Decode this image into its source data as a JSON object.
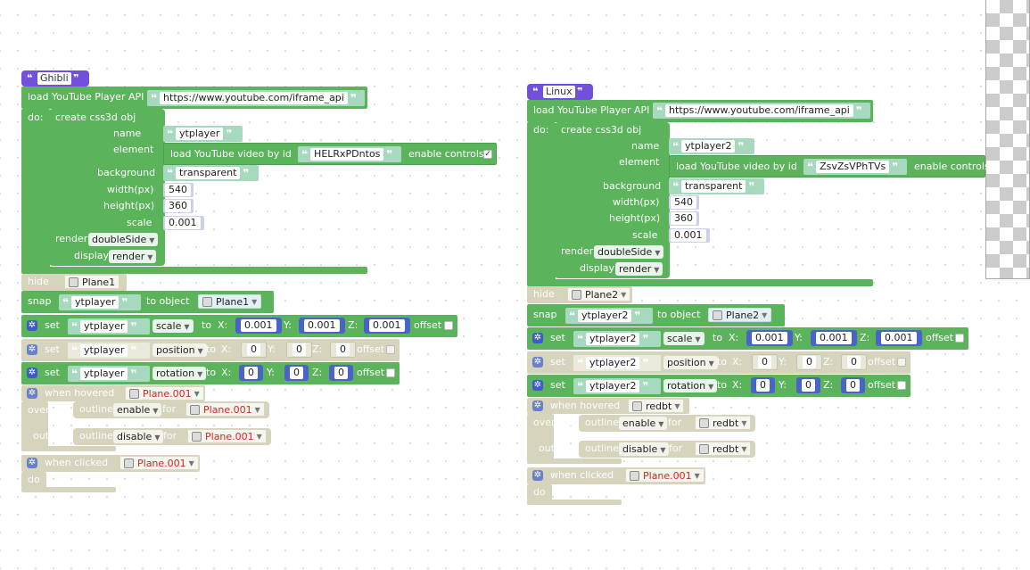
{
  "left": {
    "title": "Ghibli",
    "api_label": "load YouTube Player API",
    "api_url": "https://www.youtube.com/iframe_api",
    "do_label": "do:",
    "create_label": "create css3d obj",
    "name_label": "name",
    "name_value": "ytplayer",
    "element_label": "element",
    "load_video_label": "load YouTube video by  id",
    "video_id": "HELRxPDntos",
    "enable_controls_label": "enable controls",
    "background_label": "background",
    "background_value": "transparent",
    "width_label": "width(px)",
    "width_value": "540",
    "height_label": "height(px)",
    "height_value": "360",
    "scale_label": "scale",
    "scale_value": "0.001",
    "render_label": "render",
    "render_value": "doubleSide",
    "display_label": "display",
    "display_value": "render",
    "hide_label": "hide",
    "hide_target": "Plane1",
    "snap_label": "snap",
    "snap_obj": "ytplayer",
    "to_object_label": "to object",
    "snap_target": "Plane1",
    "set_label": "set",
    "set_rows": [
      {
        "obj": "ytplayer",
        "prop": "scale",
        "x": "0.001",
        "y": "0.001",
        "z": "0.001"
      },
      {
        "obj": "ytplayer",
        "prop": "position",
        "x": "0",
        "y": "0",
        "z": "0"
      },
      {
        "obj": "ytplayer",
        "prop": "rotation",
        "x": "0",
        "y": "0",
        "z": "0"
      }
    ],
    "to_label": "to",
    "x_label": "X:",
    "y_label": "Y:",
    "z_label": "Z:",
    "offset_label": "offset",
    "when_hovered_label": "when hovered",
    "hovered_target": "Plane.001",
    "over_do_label": "over: do",
    "out_do_label": "out: do",
    "outline_label": "outline",
    "enable_value": "enable",
    "disable_value": "disable",
    "for_label": "for",
    "outline_target": "Plane.001",
    "when_clicked_label": "when clicked",
    "clicked_target": "Plane.001",
    "clicked_do_label": "do"
  },
  "right": {
    "title": "Linux",
    "api_label": "load YouTube Player API",
    "api_url": "https://www.youtube.com/iframe_api",
    "do_label": "do:",
    "create_label": "create css3d obj",
    "name_label": "name",
    "name_value": "ytplayer2",
    "element_label": "element",
    "load_video_label": "load YouTube video by  id",
    "video_id": "ZsvZsVPhTVs",
    "enable_controls_label": "enable controls",
    "background_label": "background",
    "background_value": "transparent",
    "width_label": "width(px)",
    "width_value": "540",
    "height_label": "height(px)",
    "height_value": "360",
    "scale_label": "scale",
    "scale_value": "0.001",
    "render_label": "render",
    "render_value": "doubleSide",
    "display_label": "display",
    "display_value": "render",
    "hide_label": "hide",
    "hide_target": "Plane2",
    "snap_label": "snap",
    "snap_obj": "ytplayer2",
    "to_object_label": "to object",
    "snap_target": "Plane2",
    "set_label": "set",
    "set_rows": [
      {
        "obj": "ytplayer2",
        "prop": "scale",
        "x": "0.001",
        "y": "0.001",
        "z": "0.001"
      },
      {
        "obj": "ytplayer2",
        "prop": "position",
        "x": "0",
        "y": "0",
        "z": "0"
      },
      {
        "obj": "ytplayer2",
        "prop": "rotation",
        "x": "0",
        "y": "0",
        "z": "0"
      }
    ],
    "to_label": "to",
    "x_label": "X:",
    "y_label": "Y:",
    "z_label": "Z:",
    "offset_label": "offset",
    "when_hovered_label": "when hovered",
    "hovered_target": "redbt",
    "over_do_label": "over: do",
    "out_do_label": "out: do",
    "outline_label": "outline",
    "enable_value": "enable",
    "disable_value": "disable",
    "for_label": "for",
    "outline_target": "redbt",
    "when_clicked_label": "when clicked",
    "clicked_target": "Plane.001",
    "clicked_do_label": "do"
  },
  "colors": {
    "block_green": "#5bb45b",
    "block_disabled": "#d6d4bd",
    "title_purple": "#7151db",
    "gear_blue": "#3e5bc8",
    "object_red": "#e02020"
  },
  "icons": [
    "gear-icon",
    "cube-icon",
    "checkbox-icon",
    "dropdown-arrow-icon"
  ]
}
